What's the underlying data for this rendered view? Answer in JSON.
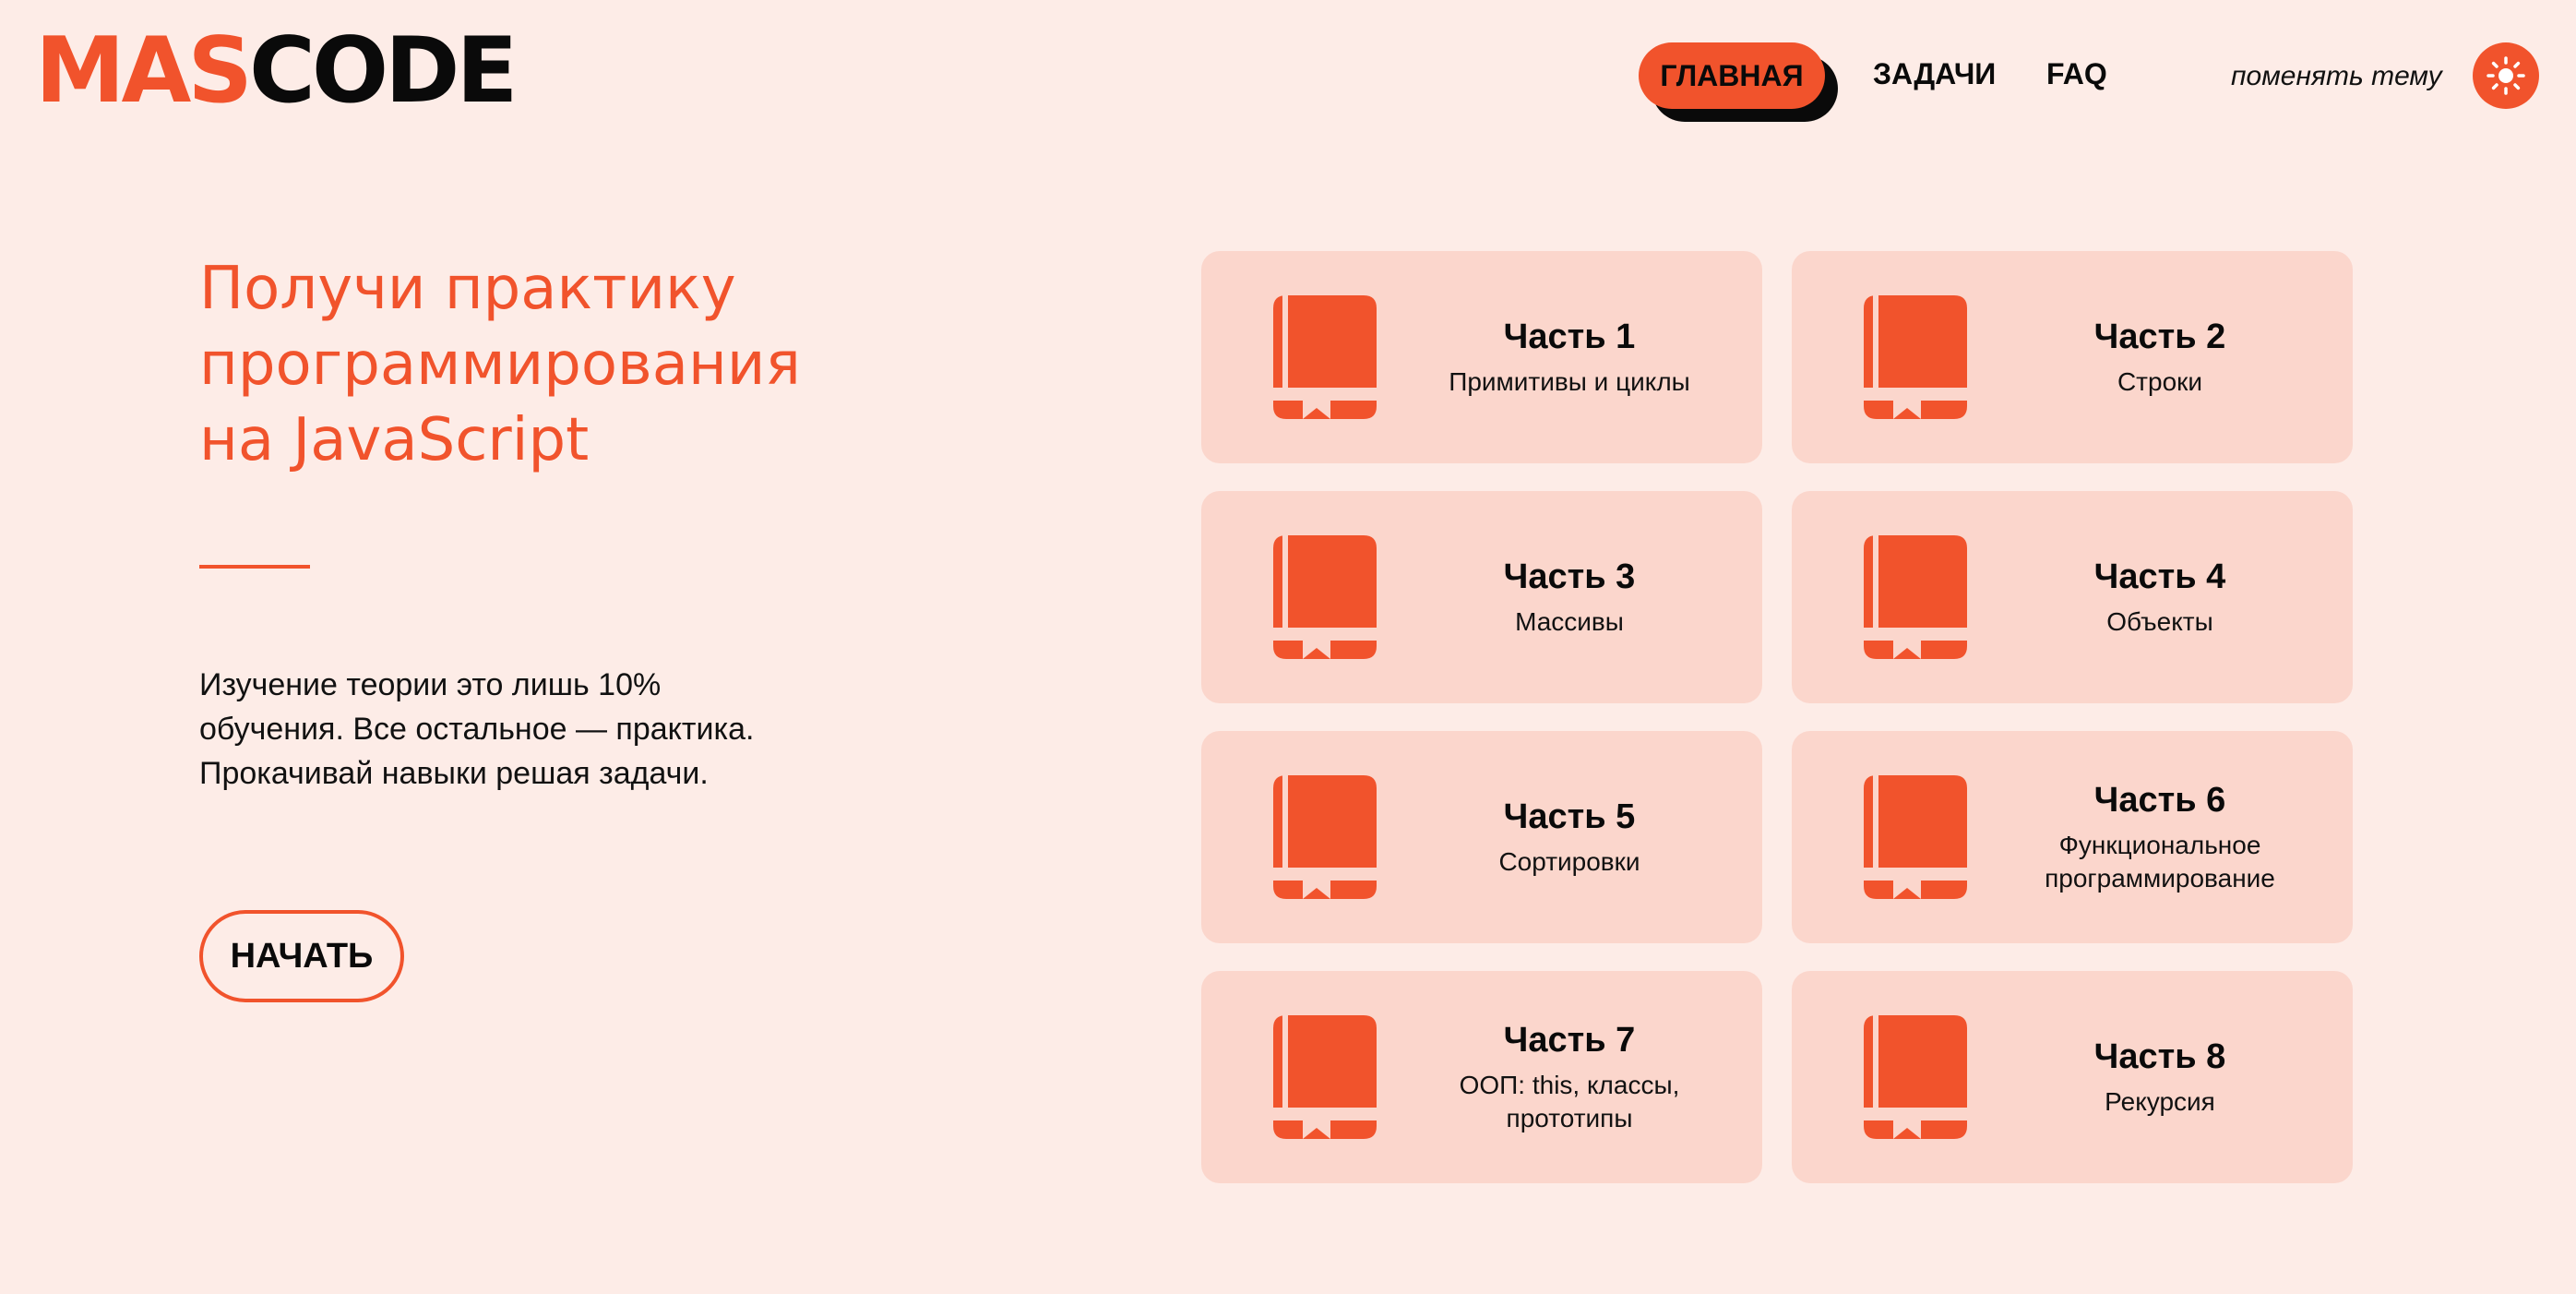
{
  "header": {
    "logo_part1": "MAS",
    "logo_part2": "CODE",
    "nav": [
      {
        "label": "ГЛАВНАЯ",
        "active": true
      },
      {
        "label": "ЗАДАЧИ"
      },
      {
        "label": "FAQ"
      }
    ],
    "theme_label": "поменять тему",
    "theme_icon": "sun-icon"
  },
  "hero": {
    "title_lines": [
      "Получи практику",
      "программирования",
      "на JavaScript"
    ],
    "text_lines": [
      "Изучение теории это лишь 10%",
      "обучения. Все остальное — практика.",
      "Прокачивай навыки решая задачи."
    ],
    "start_label": "НАЧАТЬ"
  },
  "cards": [
    {
      "title": "Часть 1",
      "subtitle": "Примитивы и циклы",
      "icon": "book-icon"
    },
    {
      "title": "Часть 2",
      "subtitle": "Строки",
      "icon": "book-icon"
    },
    {
      "title": "Часть 3",
      "subtitle": "Массивы",
      "icon": "book-icon"
    },
    {
      "title": "Часть 4",
      "subtitle": "Объекты",
      "icon": "book-icon"
    },
    {
      "title": "Часть 5",
      "subtitle": "Сортировки",
      "icon": "book-icon"
    },
    {
      "title": "Часть 6",
      "subtitle": "Функциональное\nпрограммирование",
      "icon": "book-icon"
    },
    {
      "title": "Часть 7",
      "subtitle": "ООП: this, классы,\nпрототипы",
      "icon": "book-icon"
    },
    {
      "title": "Часть 8",
      "subtitle": "Рекурсия",
      "icon": "book-icon"
    }
  ],
  "colors": {
    "accent": "#f1532c",
    "background": "#fdece7",
    "card": "#fbd6cc",
    "dark": "#0a0a0a"
  }
}
